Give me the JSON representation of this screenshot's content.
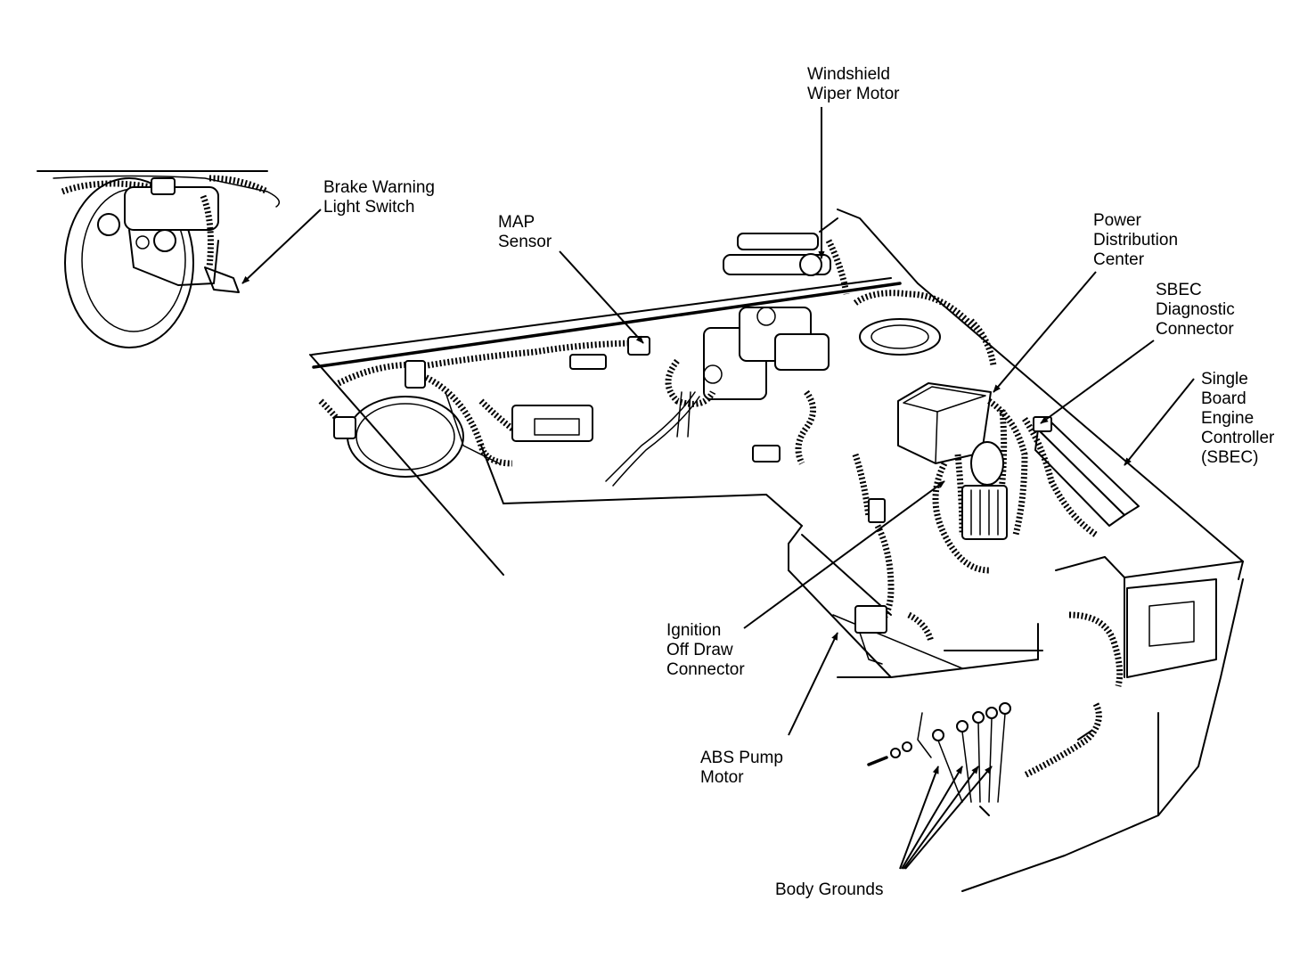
{
  "labels": {
    "wiper_motor": [
      "Windshield",
      "Wiper Motor"
    ],
    "brake_switch": [
      "Brake Warning",
      "Light Switch"
    ],
    "map_sensor": [
      "MAP",
      "Sensor"
    ],
    "pdc": [
      "Power",
      "Distribution",
      "Center"
    ],
    "sbec_diag": [
      "SBEC",
      "Diagnostic",
      "Connector"
    ],
    "sbec": [
      "Single",
      "Board",
      "Engine",
      "Controller",
      "(SBEC)"
    ],
    "ignition_off_draw": [
      "Ignition",
      "Off Draw",
      "Connector"
    ],
    "abs_pump": [
      "ABS Pump",
      "Motor"
    ],
    "body_grounds": [
      "Body Grounds"
    ]
  }
}
